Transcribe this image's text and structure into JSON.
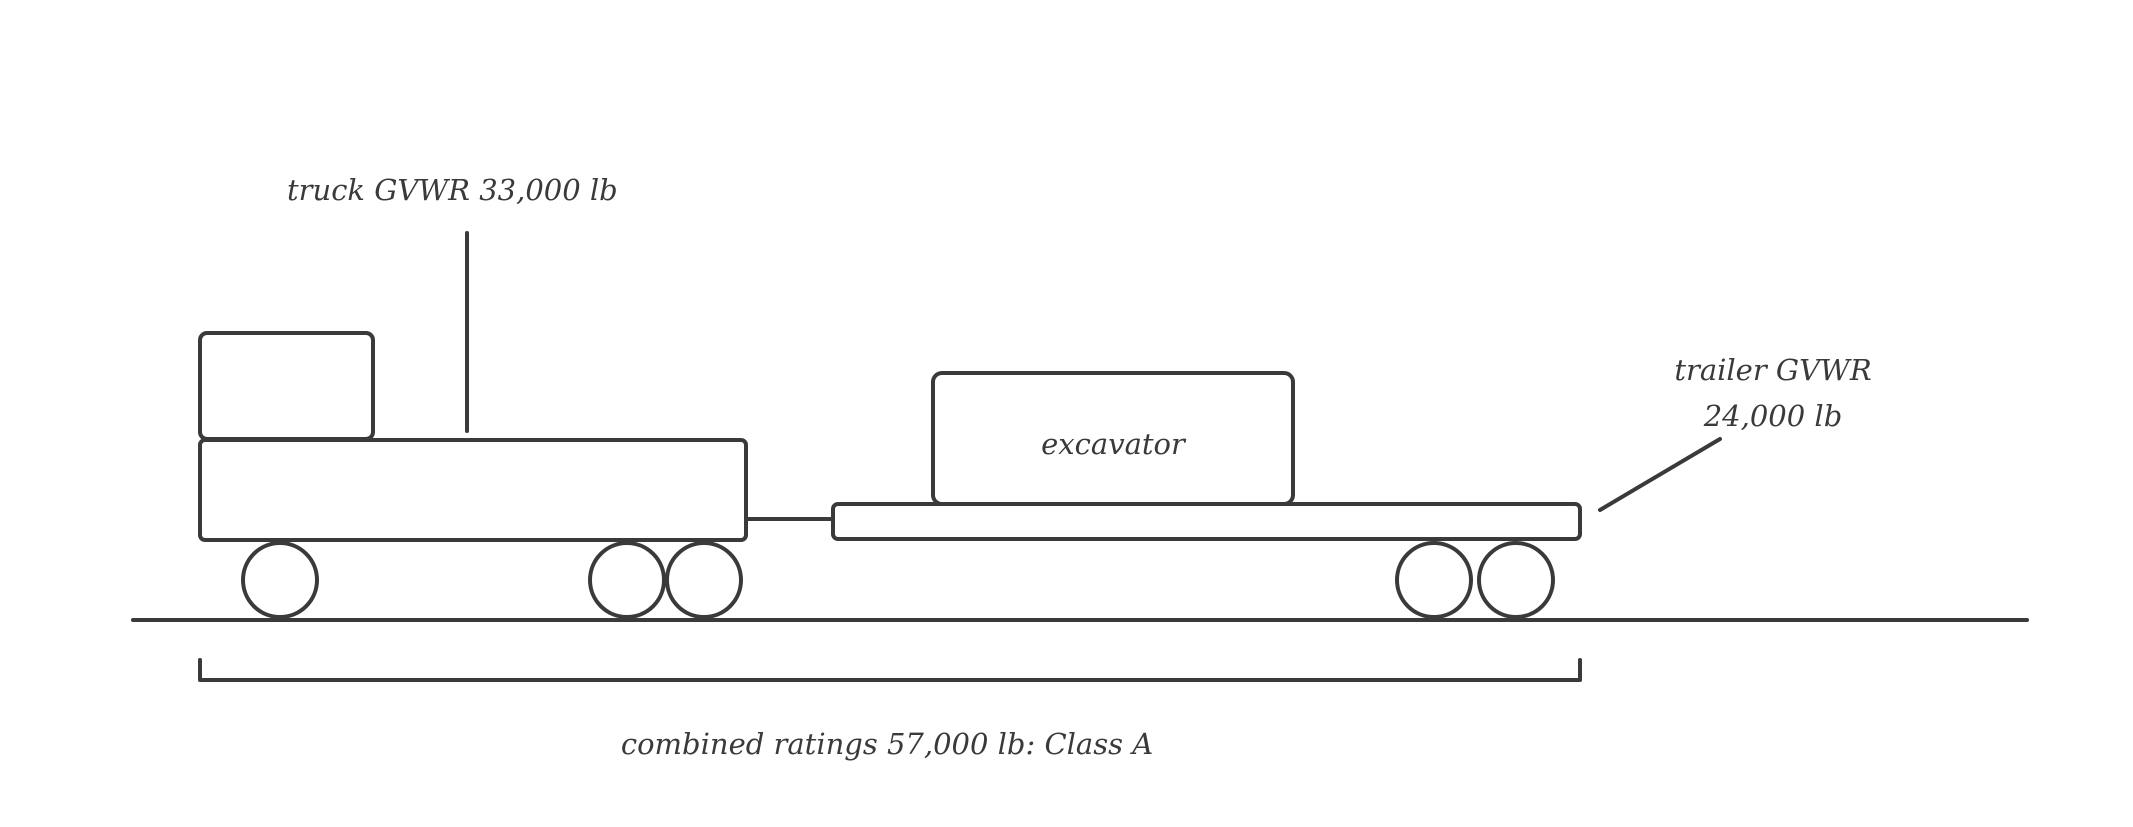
{
  "diagram": {
    "truck_label": "truck GVWR 33,000 lb",
    "trailer_label_line1": "trailer GVWR",
    "trailer_label_line2": "24,000 lb",
    "cargo_label": "excavator",
    "combined_label": "combined ratings 57,000 lb: Class A"
  },
  "colors": {
    "stroke": "#3a3a3a",
    "background": "#ffffff"
  }
}
